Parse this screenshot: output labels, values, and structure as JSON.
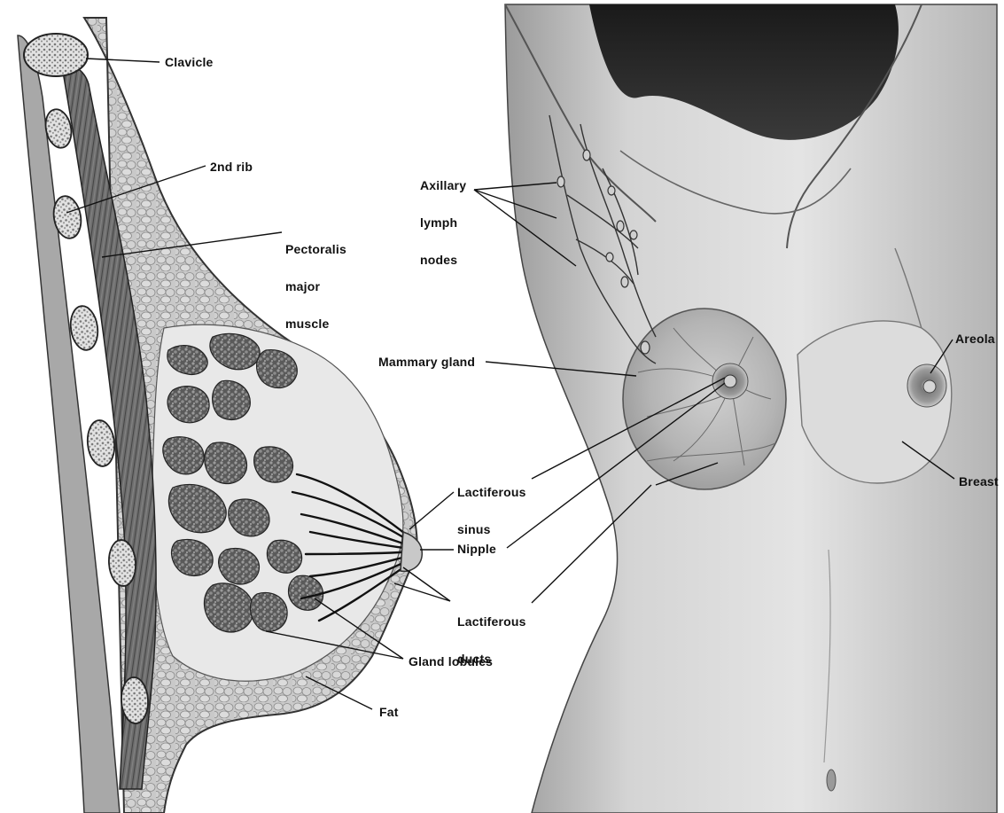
{
  "labels": {
    "clavicle": "Clavicle",
    "second_rib": "2nd rib",
    "pectoralis": [
      "Pectoralis",
      "major",
      "muscle"
    ],
    "axillary": [
      "Axillary",
      "lymph",
      "nodes"
    ],
    "mammary_gland": "Mammary gland",
    "areola": "Areola",
    "lactiferous_sinus": [
      "Lactiferous",
      "sinus"
    ],
    "nipple": "Nipple",
    "breast": "Breast",
    "lactiferous_ducts": [
      "Lactiferous",
      "ducts"
    ],
    "gland_lobules": "Gland lobules",
    "fat": "Fat"
  }
}
